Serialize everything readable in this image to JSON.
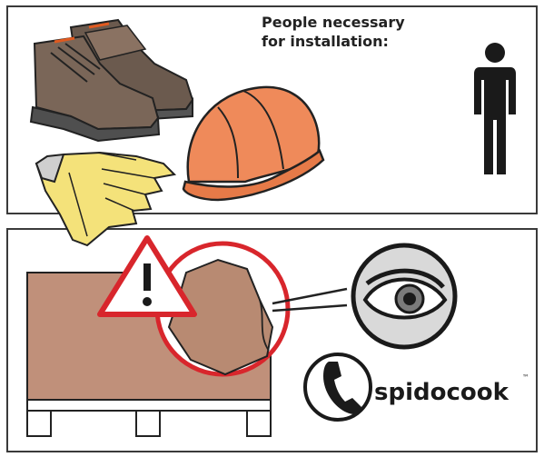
{
  "top_panel": {
    "caption_line1": "People necessary",
    "caption_line2": "for installation:",
    "people_count": 1,
    "icons": [
      "safety-boots-icon",
      "hard-hat-icon",
      "work-gloves-icon",
      "person-icon"
    ]
  },
  "bottom_panel": {
    "icons": [
      "warning-triangle-icon",
      "magnifier-circle-icon",
      "eye-icon",
      "phone-icon"
    ],
    "brand": "spidocook",
    "trademark": "™"
  },
  "colors": {
    "border": "#3a3a3a",
    "crate": "#c0907a",
    "warning_red": "#d8262c",
    "helmet": "#ef8a5a",
    "gloves": "#f4e27a",
    "boots": "#6b5a4e"
  }
}
